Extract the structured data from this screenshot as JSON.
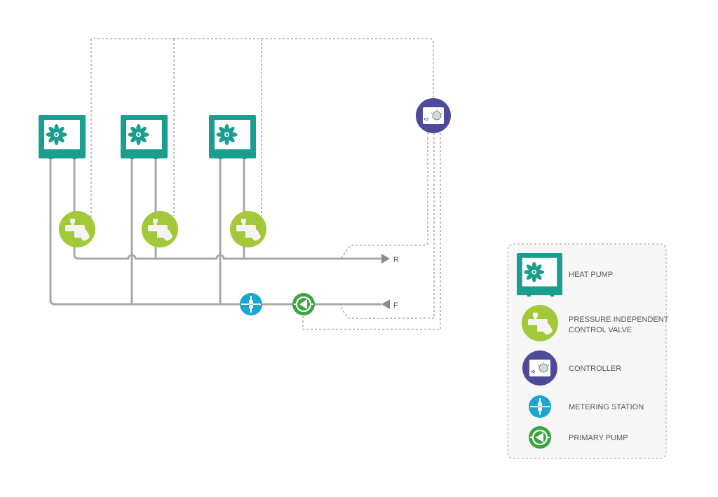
{
  "diagram": {
    "lines": {
      "return_label": "R",
      "flow_label": "F"
    }
  },
  "legend": {
    "items": [
      {
        "id": "heat-pump",
        "label": "HEAT PUMP"
      },
      {
        "id": "picv",
        "label_line1": "PRESSURE INDEPENDENT",
        "label_line2": "CONTROL VALVE"
      },
      {
        "id": "controller",
        "label": "CONTROLLER"
      },
      {
        "id": "metering",
        "label": "METERING STATION"
      },
      {
        "id": "pump",
        "label": "PRIMARY PUMP"
      }
    ]
  },
  "colors": {
    "heat_pump": "#1a9e8f",
    "valve": "#a3c93a",
    "controller": "#4e4a9a",
    "metering": "#1ba6d1",
    "pump": "#3aa63f",
    "pipe": "#a9a9a9",
    "dashed": "#9a9a9a",
    "legend_bg": "#f7f7f7",
    "legend_border": "#a0a0a0",
    "text": "#555555"
  },
  "icons": {
    "heat_pump": "fan-icon",
    "valve": "valve-icon",
    "controller": "thermostat-icon",
    "metering": "meter-icon",
    "pump": "pump-icon"
  }
}
